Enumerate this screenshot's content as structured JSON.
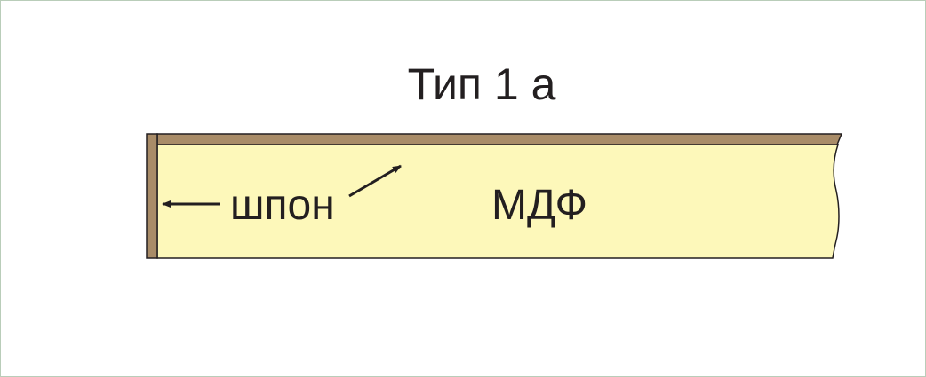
{
  "title": "Тип 1 а",
  "labels": {
    "veneer": "шпон",
    "mdf": "МДФ"
  },
  "colors": {
    "veneer": "#a98c68",
    "mdf": "#fdf8ba",
    "outline": "#231f20",
    "frame": "#b9cdb9"
  }
}
